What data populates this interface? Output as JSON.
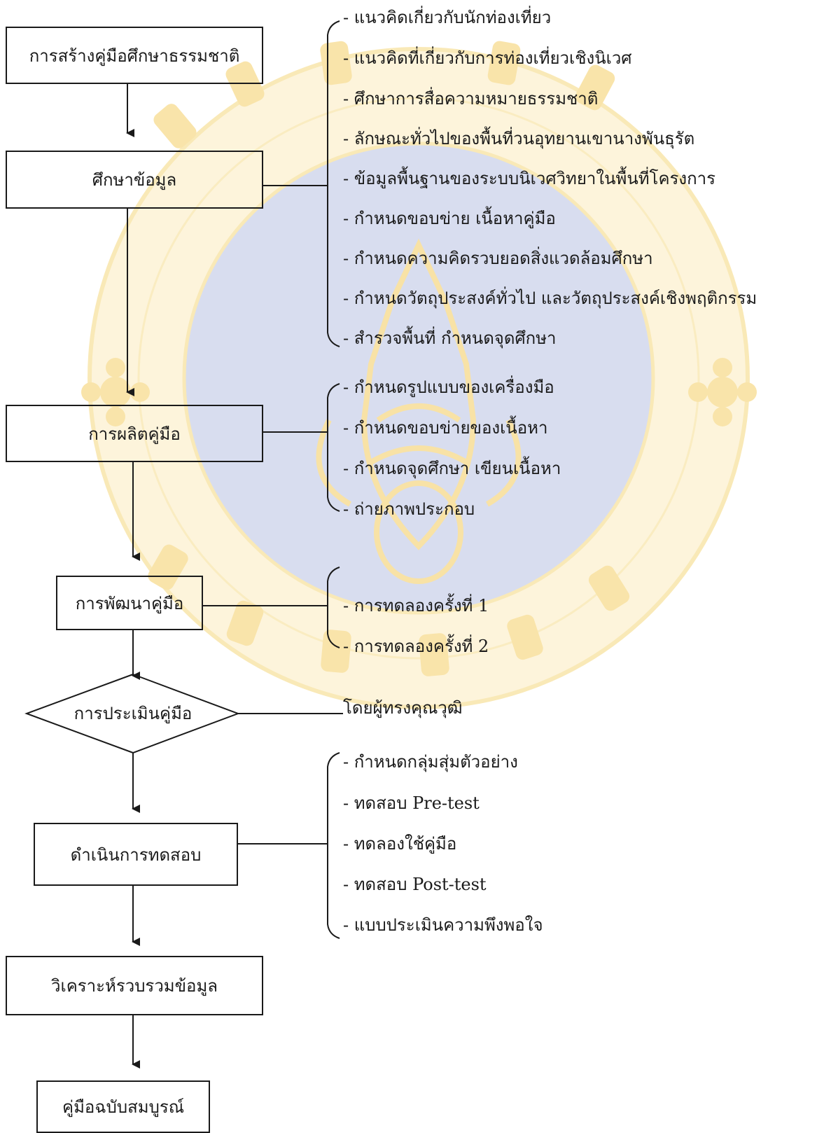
{
  "flow": {
    "step1": "การสร้างคู่มือศึกษาธรรมชาติ",
    "step2": "ศึกษาข้อมูล",
    "step3": "การผลิตคู่มือ",
    "step4": "การพัฒนาคู่มือ",
    "step5": "การประเมินคู่มือ",
    "step6": "ดำเนินการทดสอบ",
    "step7": "วิเคราะห์รวบรวมข้อมูล",
    "step8": "คู่มือฉบับสมบูรณ์"
  },
  "details": {
    "study": [
      "- แนวคิดเกี่ยวกับนักท่องเที่ยว",
      "- แนวคิดที่เกี่ยวกับการท่องเที่ยวเชิงนิเวศ",
      "- ศึกษาการสื่อความหมายธรรมชาติ",
      "- ลักษณะทั่วไปของพื้นที่วนอุทยานเขานางพันธุรัต",
      "- ข้อมูลพื้นฐานของระบบนิเวศวิทยาในพื้นที่โครงการ",
      "- กำหนดขอบข่าย เนื้อหาคู่มือ",
      "- กำหนดความคิดรวบยอดสิ่งแวดล้อมศึกษา",
      "- กำหนดวัตถุประสงค์ทั่วไป และวัตถุประสงค์เชิงพฤติกรรม",
      "- สำรวจพื้นที่ กำหนดจุดศึกษา"
    ],
    "production": [
      "- กำหนดรูปแบบของเครื่องมือ",
      "- กำหนดขอบข่ายของเนื้อหา",
      "- กำหนดจุดศึกษา เขียนเนื้อหา",
      "- ถ่ายภาพประกอบ"
    ],
    "development": [
      "- การทดลองครั้งที่ 1",
      "- การทดลองครั้งที่ 2"
    ],
    "evaluation": "โดยผู้ทรงคุณวุฒิ",
    "testing": [
      "- กำหนดกลุ่มสุ่มตัวอย่าง",
      "- ทดสอบ Pre-test",
      "- ทดลองใช้คู่มือ",
      "- ทดสอบ Post-test",
      "- แบบประเมินความพึงพอใจ"
    ]
  }
}
